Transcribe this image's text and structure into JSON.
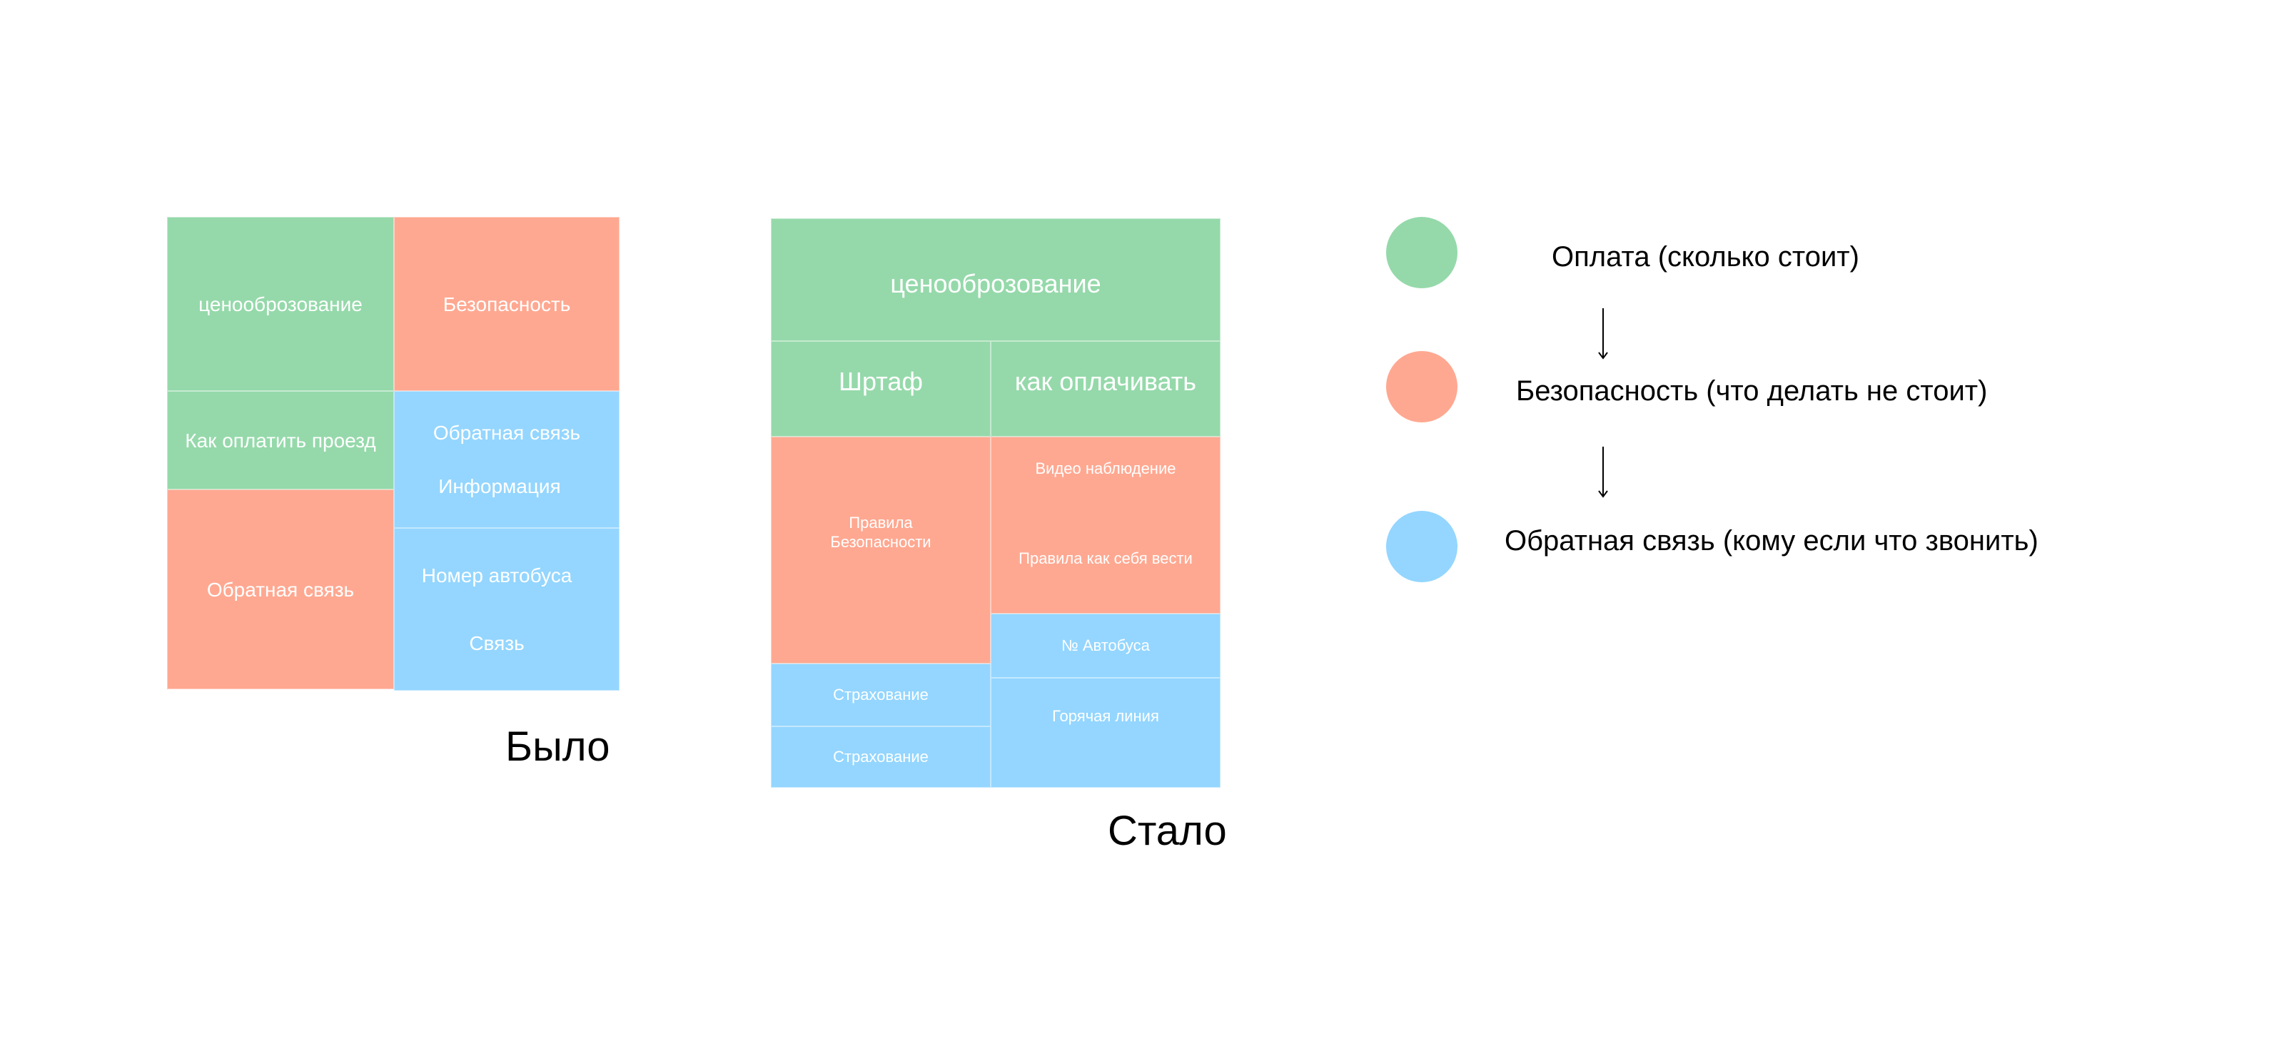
{
  "colors": {
    "green": "#95d9aa",
    "red": "#ffa891",
    "blue": "#94d6ff"
  },
  "before": {
    "caption": "Было",
    "blocks": {
      "pricing": "ценооброзование",
      "safety": "Безопасность",
      "how_to_pay": "Как оплатить проезд",
      "feedback_blue": "Обратная связь",
      "information": "Информация",
      "bus_number": "Номер автобуса",
      "contact": "Связь",
      "feedback_red": "Обратная связь"
    }
  },
  "after": {
    "caption": "Стало",
    "blocks": {
      "pricing": "ценооброзование",
      "fine": "Шртаф",
      "how_to_pay": "как оплачивать",
      "safety_rules": "Правила Безопасности",
      "video": "Видео наблюдение",
      "behavior_rules": "Правила как себя вести",
      "bus_number": "№ Автобуса",
      "insurance_1": "Страхование",
      "insurance_2": "Страхование",
      "hotline": "Горячая линия"
    }
  },
  "legend": [
    {
      "color": "green",
      "text": "Оплата (сколько стоит)"
    },
    {
      "color": "red",
      "text": "Безопасность (что делать не стоит)"
    },
    {
      "color": "blue",
      "text": "Обратная связь (кому если что звонить)"
    }
  ]
}
